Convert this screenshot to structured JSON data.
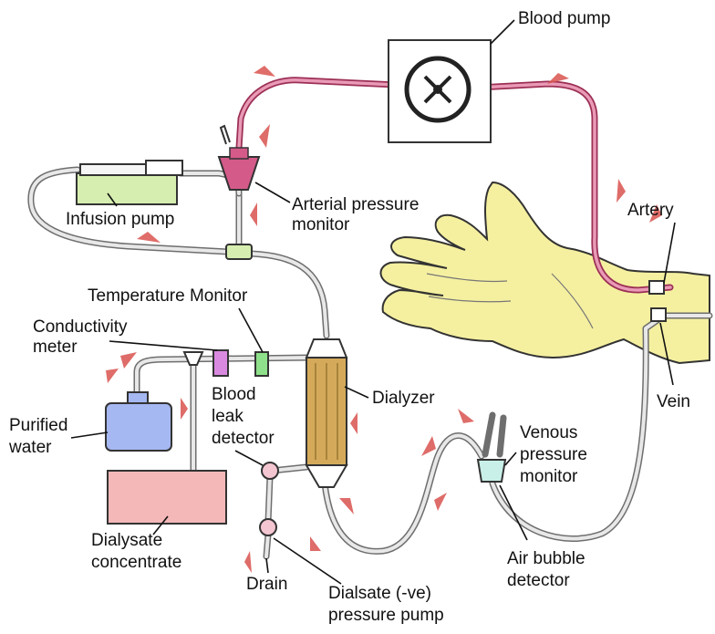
{
  "labels": {
    "blood_pump": "Blood pump",
    "arterial_pressure_monitor_line1": "Arterial pressure",
    "arterial_pressure_monitor_line2": "monitor",
    "infusion_pump": "Infusion pump",
    "artery": "Artery",
    "temperature_monitor": "Temperature Monitor",
    "conductivity_meter_line1": "Conductivity",
    "conductivity_meter_line2": "meter",
    "blood_leak_detector_line1": "Blood",
    "blood_leak_detector_line2": "leak",
    "blood_leak_detector_line3": "detector",
    "dialyzer": "Dialyzer",
    "vein": "Vein",
    "purified_water_line1": "Purified",
    "purified_water_line2": "water",
    "venous_pressure_monitor_line1": "Venous",
    "venous_pressure_monitor_line2": "pressure",
    "venous_pressure_monitor_line3": "monitor",
    "dialysate_concentrate_line1": "Dialysate",
    "dialysate_concentrate_line2": "concentrate",
    "air_bubble_detector_line1": "Air bubble",
    "air_bubble_detector_line2": "detector",
    "drain": "Drain",
    "dialysate_pressure_pump_line1": "Dialsate (-ve)",
    "dialysate_pressure_pump_line2": "pressure pump"
  },
  "colors": {
    "blood_tube": "#e99ab6",
    "flow_arrow": "#d9534f",
    "arterial_monitor": "#d45a8a",
    "infusion_pump": "#d6eeb0",
    "purified_water": "#a6b8f2",
    "dialysate_concentrate": "#f4b8b8",
    "dialyzer": "#d4aa5a",
    "hand": "#f5f0a0",
    "venous_monitor": "#c8f0e8",
    "conductivity_meter": "#d98ae0",
    "temperature_monitor": "#8ee08a",
    "pressure_pump": "#f4c6d2"
  }
}
